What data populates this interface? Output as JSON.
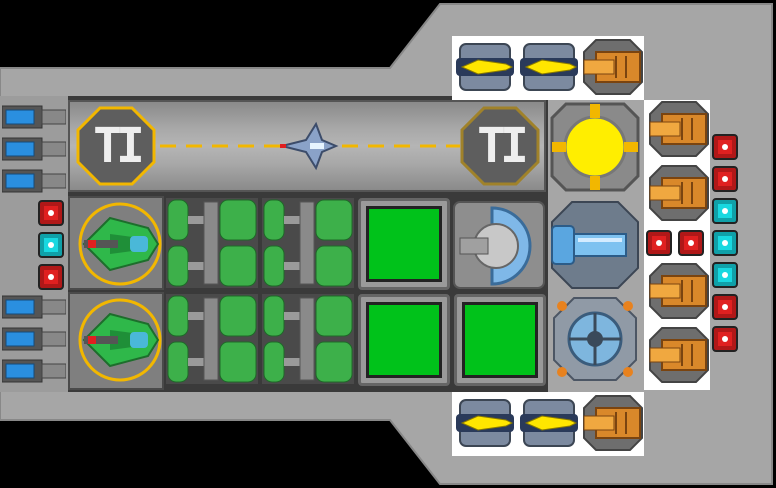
{
  "scene": {
    "type": "ship-interior-top-down",
    "modules": {
      "hangar_pad_left_label": "TI",
      "hangar_pad_right_label": "TI"
    },
    "colors": {
      "hull": "#a6a6a6",
      "hull_dark": "#6e6e6e",
      "floor_dark": "#4a4a4a",
      "green_module": "#00c21a",
      "yellow_core": "#ffee00",
      "beacon_red": "#e02020",
      "beacon_cyan": "#18d8e0",
      "thruster_blue": "#2a8fe0",
      "cannon_orange": "#d9882a"
    },
    "icons": [
      "blue-thruster-icon",
      "red-light-icon",
      "cyan-light-icon",
      "fighter-ship-icon",
      "green-tank-icon",
      "reactor-core-icon",
      "turret-dome-icon",
      "plasma-cannon-icon",
      "gold-cannon-icon",
      "torpedo-launcher-icon",
      "shield-generator-icon"
    ]
  }
}
